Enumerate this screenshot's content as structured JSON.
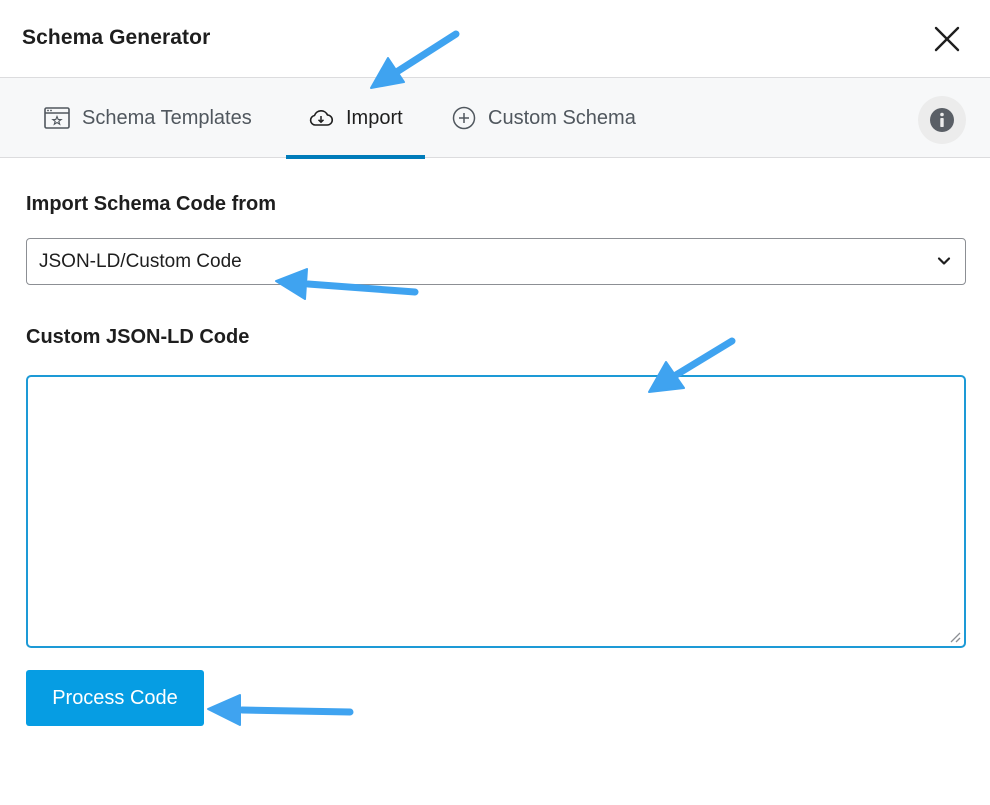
{
  "header": {
    "title": "Schema Generator"
  },
  "tabs": [
    {
      "label": "Schema Templates",
      "icon": "template-icon",
      "active": false
    },
    {
      "label": "Import",
      "icon": "cloud-download-icon",
      "active": true
    },
    {
      "label": "Custom Schema",
      "icon": "plus-circle-icon",
      "active": false
    }
  ],
  "info": {
    "icon": "info-icon"
  },
  "form": {
    "import_label": "Import Schema Code from",
    "select_value": "JSON-LD/Custom Code",
    "json_label": "Custom JSON-LD Code",
    "json_value": ""
  },
  "actions": {
    "process_label": "Process Code"
  },
  "colors": {
    "accent": "#007cba",
    "button": "#069de3",
    "arrow": "#3fa3f0",
    "focus_border": "#1d9ad6"
  }
}
